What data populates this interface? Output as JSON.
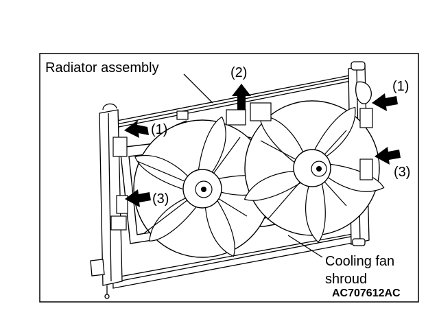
{
  "labels": {
    "radiator_assembly": "Radiator assembly",
    "cooling_fan": "Cooling fan",
    "shroud": "shroud",
    "callout_1": "(1)",
    "callout_2": "(2)",
    "callout_3": "(3)"
  },
  "figure_code": "AC707612AC",
  "colors": {
    "line": "#000000",
    "background": "#ffffff"
  },
  "icons": {
    "arrow": "filled-arrow"
  }
}
